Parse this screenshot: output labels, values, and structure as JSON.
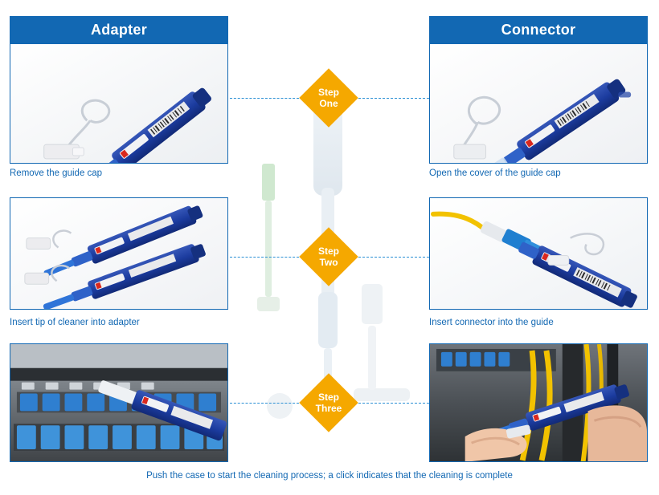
{
  "columns": {
    "left_title": "Adapter",
    "right_title": "Connector"
  },
  "steps": [
    {
      "line1": "Step",
      "line2": "One"
    },
    {
      "line1": "Step",
      "line2": "Two"
    },
    {
      "line1": "Step",
      "line2": "Three"
    }
  ],
  "captions": {
    "left_1": "Remove the guide cap",
    "right_1": "Open the cover of the guide cap",
    "left_2": "Insert tip of cleaner into adapter",
    "right_2": "Insert connector into the guide",
    "bottom": "Push the case to start the cleaning process; a click indicates that the cleaning is complete"
  },
  "images": {
    "left_1_alt": "one-click cleaner with guide cap removed",
    "right_1_alt": "one-click cleaner with guide cap cover opened",
    "left_2_alt": "two cleaners showing tip inserted into adapter",
    "right_2_alt": "LC connector inserted into the cleaner guide",
    "left_3_alt": "cleaner being used on a blue LC patch panel",
    "right_3_alt": "hands using the cleaner inside a fiber cabinet"
  },
  "colors": {
    "header_blue": "#1268b3",
    "step_orange": "#f5a800",
    "caption_blue": "#1268b3",
    "dash_blue": "#2a8fd4",
    "tool_blue": "#1a3fa0"
  }
}
